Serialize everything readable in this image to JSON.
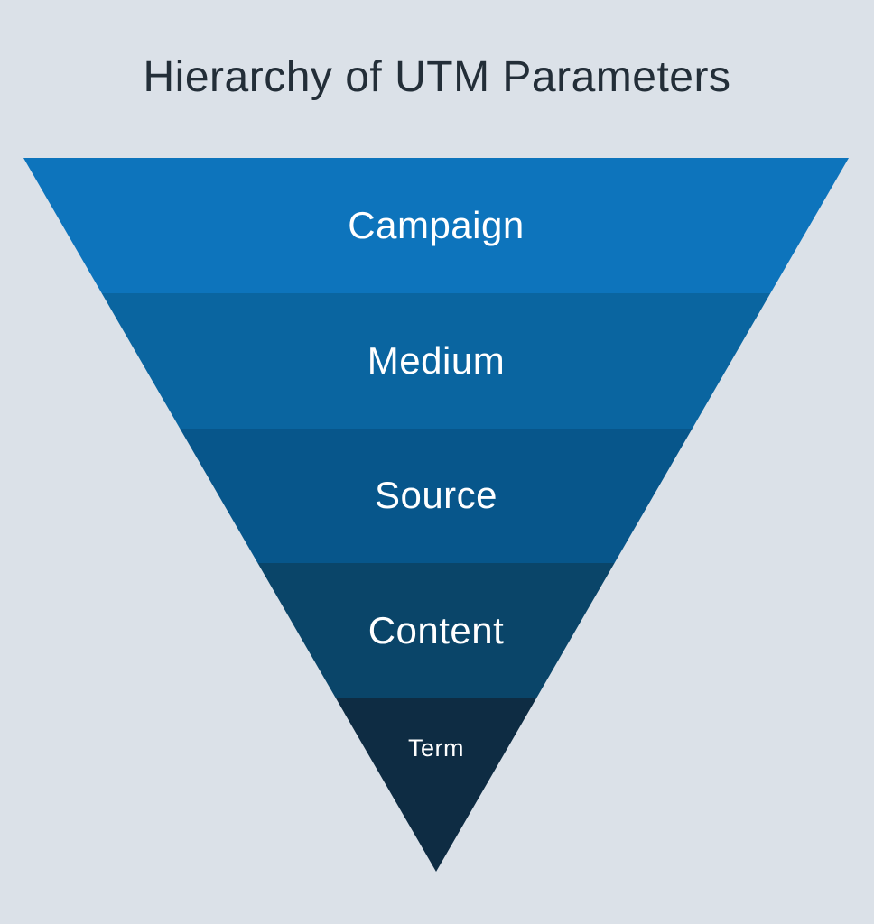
{
  "title": "Hierarchy of UTM Parameters",
  "title_color": "#232e38",
  "background_color": "#dbe1e8",
  "funnel": {
    "text_color": "#ffffff",
    "layers": [
      {
        "label": "Campaign",
        "color": "#0d74bc"
      },
      {
        "label": "Medium",
        "color": "#0a65a0"
      },
      {
        "label": "Source",
        "color": "#07568b"
      },
      {
        "label": "Content",
        "color": "#0a4569"
      },
      {
        "label": "Term",
        "color": "#0e2c43"
      }
    ]
  },
  "chart_data": {
    "type": "funnel",
    "title": "Hierarchy of UTM Parameters",
    "categories": [
      "Campaign",
      "Medium",
      "Source",
      "Content",
      "Term"
    ],
    "order": "widest-to-narrowest, inverted pyramid with 5 equal-height bands",
    "colors": [
      "#0d74bc",
      "#0a65a0",
      "#07568b",
      "#0a4569",
      "#0e2c43"
    ]
  }
}
